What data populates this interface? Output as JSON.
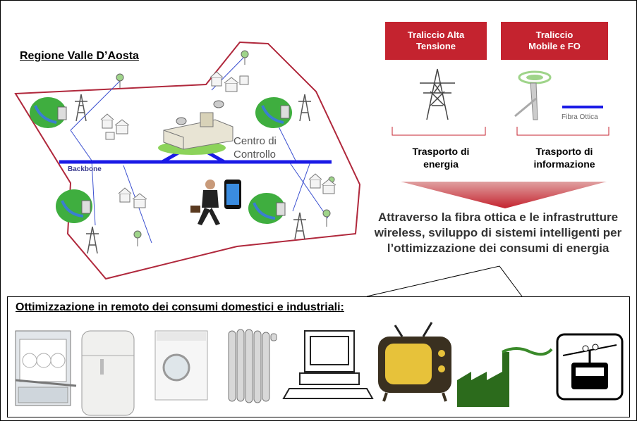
{
  "region": {
    "title": "Regione Valle D’Aosta"
  },
  "network": {
    "backbone_label": "Backbone",
    "control_center": [
      "Centro di",
      "Controllo"
    ]
  },
  "pylons": {
    "high_voltage": [
      "Traliccio Alta",
      "Tensione"
    ],
    "mobile_fo": [
      "Traliccio",
      "Mobile  e FO"
    ],
    "fiber_label": "Fibra Ottica"
  },
  "transport": {
    "energy": [
      "Trasporto di",
      "energia"
    ],
    "information": [
      "Trasporto di",
      "informazione"
    ]
  },
  "summary": [
    "Attraverso la fibra ottica e le infrastrutture",
    "wireless, sviluppo di sistemi intelligenti per",
    "l’ottimizzazione dei consumi di energia"
  ],
  "bottom": {
    "title": "Ottimizzazione in remoto dei consumi domestici e industriali:",
    "icons": [
      "dishwasher-icon",
      "refrigerator-icon",
      "washing-machine-icon",
      "radiator-icon",
      "computer-icon",
      "television-icon",
      "factory-icon",
      "cable-car-icon"
    ]
  },
  "colors": {
    "accent_red": "#c4232f",
    "backbone_blue": "#1a1ae6",
    "region_border": "#b0283c"
  }
}
